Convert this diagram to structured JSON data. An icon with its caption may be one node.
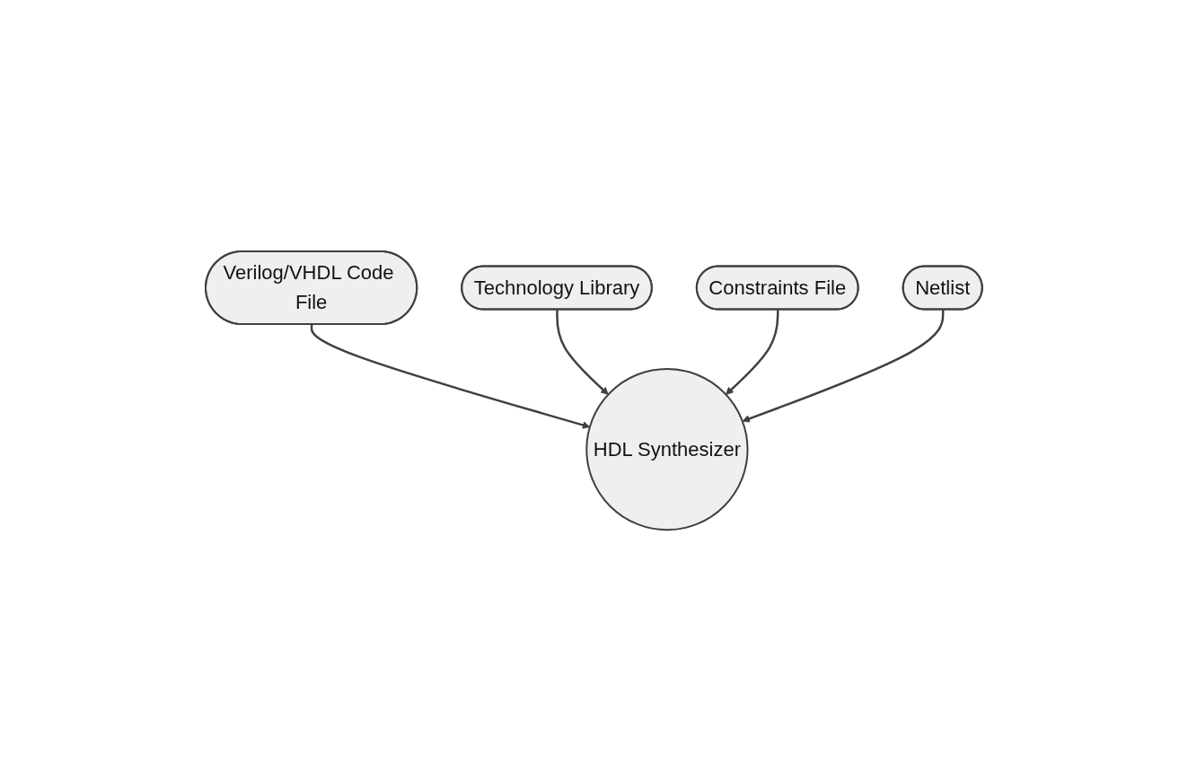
{
  "diagram": {
    "nodes": [
      {
        "text": [
          "Verilog/VHDL Code File"
        ]
      },
      {
        "text": [
          "Technology Library"
        ]
      },
      {
        "text": [
          "HDL Synthesizer"
        ]
      },
      {
        "text": [
          "Constraints File"
        ]
      },
      {
        "text": [
          "Netlist"
        ]
      }
    ],
    "edges": [
      {
        "from": 0,
        "to": 2,
        "arrow": "to"
      },
      {
        "from": 1,
        "to": 2,
        "arrow": "to"
      },
      {
        "from": 3,
        "to": 2,
        "arrow": "to"
      },
      {
        "from": 4,
        "to": 2,
        "arrow": "to"
      }
    ]
  }
}
